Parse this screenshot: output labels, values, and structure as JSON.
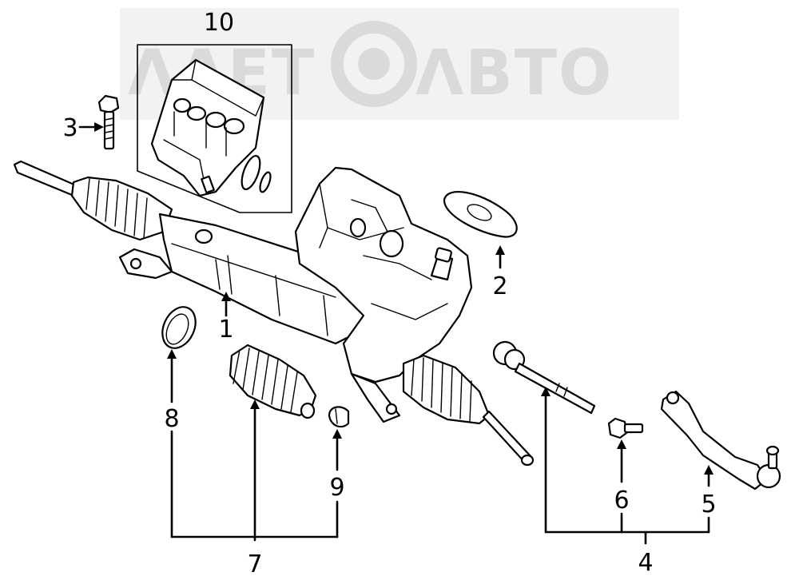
{
  "watermark": "ΛΛΕΤ⚙ΛΒΤΟ",
  "callouts": {
    "c1": "1",
    "c2": "2",
    "c3": "3",
    "c4": "4",
    "c5": "5",
    "c6": "6",
    "c7": "7",
    "c8": "8",
    "c9": "9",
    "c10": "10"
  }
}
